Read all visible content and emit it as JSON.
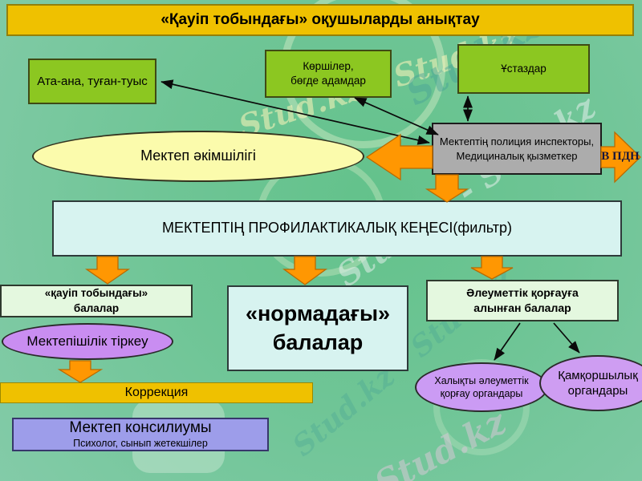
{
  "slide": {
    "title": "«Қауіп тобындағы» оқушыларды анықтау"
  },
  "nodes": {
    "parents": {
      "label": "Ата-ана, туған-туыс"
    },
    "neighbors": {
      "line1": "Көршілер,",
      "line2": "бөгде адамдар"
    },
    "teachers": {
      "label": "Ұстаздар"
    },
    "police": {
      "line1": "Мектептің полиция инспекторы,",
      "line2": "Медициналық қызметкер"
    },
    "pdn": {
      "label": "В ПДН"
    },
    "administration": {
      "label": "Мектеп әкімшілігі"
    },
    "prevention_council": {
      "label": "МЕКТЕПТІҢ ПРОФИЛАКТИКАЛЫҚ КЕҢЕСІ(фильтр)"
    },
    "risk_children": {
      "line1": "«қауіп тобындағы»",
      "line2": "балалар"
    },
    "inschool_registration": {
      "label": "Мектепішілік тіркеу"
    },
    "correction": {
      "label": "Коррекция"
    },
    "consilium": {
      "line1": "Мектеп консилиумы",
      "line2": "Психолог, сынып жетекшілер"
    },
    "normal_children": {
      "line1": "«нормадағы»",
      "line2": "балалар"
    },
    "social_protection": {
      "line1": "Әлеуметтік қорғауға",
      "line2": "алынған балалар"
    },
    "social_bodies": {
      "line1": "Халықты әлеуметтік",
      "line2": "қорғау органдары"
    },
    "guardianship_bodies": {
      "line1": "Қамқоршылық",
      "line2": "органдары"
    }
  },
  "watermark": {
    "single": "Stud.kz",
    "pair": "Stud.kz - Stud.kz"
  },
  "colors": {
    "background": "#6fc596",
    "title_bar": "#efc100",
    "source_box": "#8cc721",
    "police_box": "#acacac",
    "admin_ellipse": "#fbfbac",
    "council_box": "#d7f3f0",
    "pale_green_box": "#e4f8df",
    "purple_ellipse": "#c98df1",
    "consilium_box": "#9d9dea",
    "org_ellipse": "#cb9bf4",
    "arrow_orange": "#ff9702",
    "gold_bar": "#efc100"
  }
}
